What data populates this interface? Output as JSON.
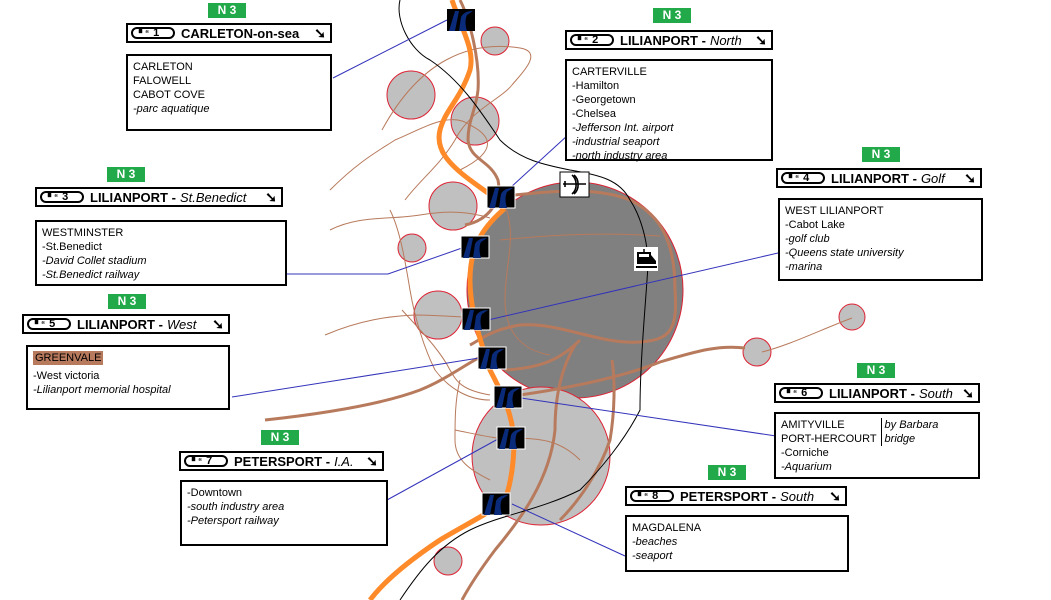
{
  "route_badge": "N 3",
  "colors": {
    "badge": "#22aa4a",
    "highway": "#ff8a2a",
    "road": "#b87a5c",
    "rail": "#000000",
    "leader_line": "#3333bb",
    "zone_fill_light": "#c0c0c0",
    "zone_fill_dark": "#808080",
    "zone_border": "#dd2233",
    "exit_icon_bg": "#0a2a7a",
    "highlight": "#b87a5c"
  },
  "icons": {
    "exit": "highway-exit-icon",
    "arrow": "arrow-down-right-icon",
    "airport": "airplane-icon",
    "train": "train-icon"
  },
  "exits": [
    {
      "number": "1",
      "destination": "CARLETON-on-sea",
      "subtitle": "",
      "arrow": "➘",
      "lines": [
        {
          "text": "CARLETON",
          "italic": false
        },
        {
          "text": "FALOWELL",
          "italic": false
        },
        {
          "text": "CABOT COVE",
          "italic": false
        },
        {
          "text": "-parc aquatique",
          "italic": true
        }
      ]
    },
    {
      "number": "2",
      "destination": "LILIANPORT -",
      "subtitle": "North",
      "arrow": "➘",
      "lines": [
        {
          "text": "CARTERVILLE",
          "italic": false
        },
        {
          "text": "-Hamilton",
          "italic": false
        },
        {
          "text": "-Georgetown",
          "italic": false
        },
        {
          "text": "-Chelsea",
          "italic": false
        },
        {
          "text": "-Jefferson Int. airport",
          "italic": true
        },
        {
          "text": "-industrial seaport",
          "italic": true
        },
        {
          "text": "-north industry area",
          "italic": true
        }
      ]
    },
    {
      "number": "3",
      "destination": "LILIANPORT -",
      "subtitle": "St.Benedict",
      "arrow": "➘",
      "lines": [
        {
          "text": "WESTMINSTER",
          "italic": false
        },
        {
          "text": "-St.Benedict",
          "italic": false
        },
        {
          "text": "-David Collet stadium",
          "italic": true
        },
        {
          "text": "-St.Benedict railway",
          "italic": true
        }
      ]
    },
    {
      "number": "4",
      "destination": "LILIANPORT -",
      "subtitle": "Golf",
      "arrow": "➘",
      "lines": [
        {
          "text": "WEST LILIANPORT",
          "italic": false
        },
        {
          "text": "-Cabot Lake",
          "italic": false
        },
        {
          "text": "-golf club",
          "italic": true
        },
        {
          "text": "-Queens state university",
          "italic": true
        },
        {
          "text": "-marina",
          "italic": true
        }
      ]
    },
    {
      "number": "5",
      "destination": "LILIANPORT -",
      "subtitle": "West",
      "arrow": "➘",
      "highlight": "GREENVALE",
      "lines": [
        {
          "text": "-West victoria",
          "italic": false
        },
        {
          "text": "-Lilianport memorial hospital",
          "italic": true
        }
      ]
    },
    {
      "number": "6",
      "destination": "LILIANPORT -",
      "subtitle": "South",
      "arrow": "➘",
      "split_left": [
        "AMITYVILLE",
        "PORT-HERCOURT"
      ],
      "split_right": [
        "by Barbara",
        "bridge"
      ],
      "lines": [
        {
          "text": "-Corniche",
          "italic": false
        },
        {
          "text": "-Aquarium",
          "italic": true
        }
      ]
    },
    {
      "number": "7",
      "destination": "PETERSPORT -",
      "subtitle": "I.A.",
      "arrow": "➘",
      "lines": [
        {
          "text": "-Downtown",
          "italic": false
        },
        {
          "text": "-south industry area",
          "italic": true
        },
        {
          "text": "-Petersport railway",
          "italic": true
        }
      ]
    },
    {
      "number": "8",
      "destination": "PETERSPORT -",
      "subtitle": "South",
      "arrow": "➘",
      "lines": [
        {
          "text": "MAGDALENA",
          "italic": false
        },
        {
          "text": "-beaches",
          "italic": true
        },
        {
          "text": "-seaport",
          "italic": true
        }
      ]
    }
  ]
}
